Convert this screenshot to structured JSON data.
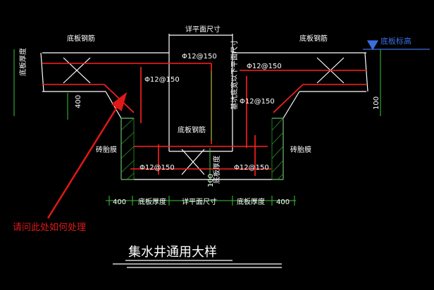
{
  "colors": {
    "background": "#000000",
    "structure": "#ffffff",
    "rebar": "#ff2020",
    "dimension": "#3ec43e",
    "text": "#ffffff",
    "annotation": "#e01818",
    "hatch": "#2a9a2a",
    "elevation": "#3a6fe0",
    "dim_text": "#ffffff"
  },
  "labels": {
    "top_dim": "详平面尺寸",
    "slab_rebar_left": "底板钢筋",
    "slab_rebar_right": "底板钢筋",
    "slab_elevation": "底板标高",
    "rebar_top_center": "Φ12@150",
    "rebar_left_inner": "Φ12@150",
    "rebar_right_top": "Φ12@150",
    "rebar_right_mid": "Φ12@150",
    "vertical_note": "基坑底宽以下平面尺寸",
    "pit_rebar": "底板钢筋",
    "pit_bottom_left": "Φ12@150",
    "pit_bottom_right": "Φ12@150",
    "pit_thickness": "底板厚度",
    "left_wall": "砖胎膜",
    "right_wall": "砖胎膜",
    "left_thickness": "底板厚度",
    "right_thickness_dim": "100",
    "left_400": "400",
    "left_vertical_dim": "100",
    "bottom_dims": [
      "400",
      "底板厚度",
      "详平面尺寸",
      "底板厚度",
      "400"
    ],
    "question": "请问此处如何处理",
    "title": "集水井通用大样"
  }
}
